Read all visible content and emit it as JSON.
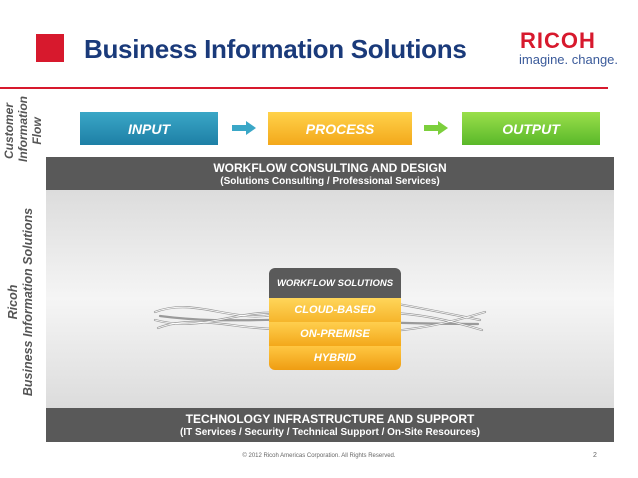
{
  "header": {
    "title": "Business Information Solutions",
    "brand": "RICOH",
    "tagline": "imagine. change."
  },
  "side_labels": {
    "flow_line1": "Customer",
    "flow_line2": "Information",
    "flow_line3": "Flow",
    "solutions_line1": "Ricoh",
    "solutions_line2": "Business Information Solutions"
  },
  "flow": {
    "input": "INPUT",
    "process": "PROCESS",
    "output": "OUTPUT"
  },
  "bands": {
    "top_title": "WORKFLOW CONSULTING AND DESIGN",
    "top_sub": "(Solutions Consulting / Professional Services)",
    "bottom_title": "TECHNOLOGY INFRASTRUCTURE AND SUPPORT",
    "bottom_sub": "(IT Services / Security / Technical Support / On-Site Resources)"
  },
  "stack": {
    "head": "WORKFLOW SOLUTIONS",
    "rows": [
      "CLOUD-BASED",
      "ON-PREMISE",
      "HYBRID"
    ]
  },
  "footer": {
    "copyright": "© 2012 Ricoh Americas Corporation. All Rights Reserved.",
    "page": "2"
  },
  "colors": {
    "brand_red": "#d7192d",
    "title_blue": "#1a3a7a",
    "input_blue": "#2a93b8",
    "process_orange": "#f3a81b",
    "output_green": "#6cc336",
    "band_gray": "#595959"
  }
}
